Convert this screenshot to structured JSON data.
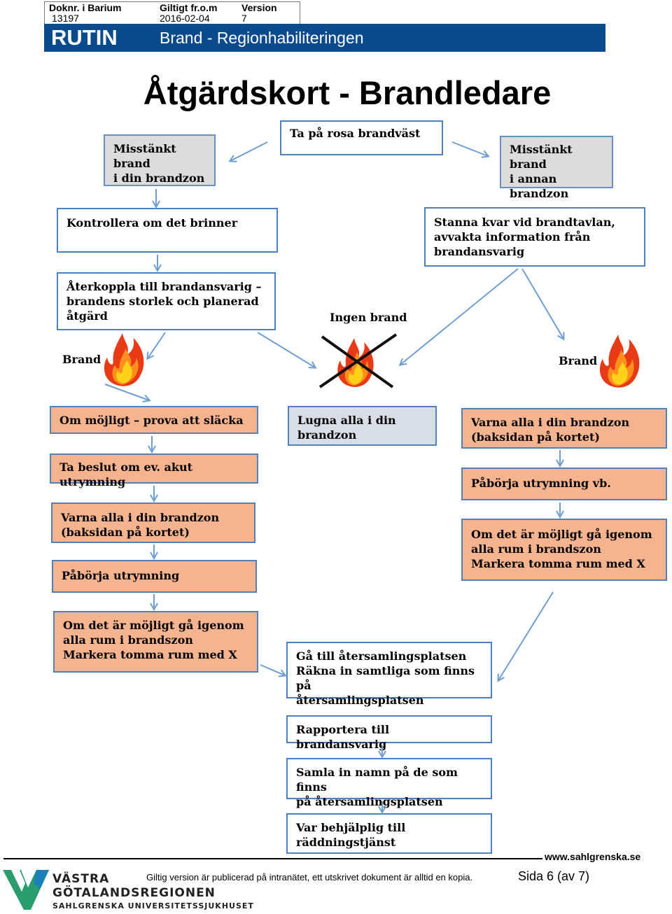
{
  "header": {
    "doc_no_label": "Doknr. i Barium",
    "doc_no_value": "13197",
    "valid_from_label": "Giltigt fr.o.m",
    "valid_from_value": "2016-02-04",
    "version_label": "Version",
    "version_value": "7",
    "type": "RUTIN",
    "title": "Brand - Regionhabiliteringen"
  },
  "page_title": "Åtgärdskort - Brandledare",
  "flow": {
    "start": "Ta på rosa brandväst",
    "left_suspect": "Misstänkt brand\ni din brandzon",
    "right_suspect": "Misstänkt brand\ni annan\nbrandzon",
    "check": "Kontrollera om det brinner",
    "stay": "Stanna kvar vid brandtavlan,\navvakta information från\nbrandansvarig",
    "report_back": "Återkoppla till brandansvarig –\nbrandens storlek och planerad\nåtgärd",
    "no_fire": "Ingen brand",
    "fire_left": "Brand",
    "fire_right": "Brand",
    "extinguish": "Om möjligt – prova att släcka",
    "calm": "Lugna alla i din\nbrandzon",
    "warn_right": "Varna alla i din brandzon\n(baksidan på kortet)",
    "decide": "Ta beslut om ev. akut utrymning",
    "start_evac_right": "Påbörja utrymning vb.",
    "warn_left": "Varna alla i din brandzon\n(baksidan på kortet)",
    "check_rooms_right": "Om det är möjligt gå igenom\nalla rum i brandszon\nMarkera tomma rum med X",
    "start_evac_left": "Påbörja utrymning",
    "check_rooms_left": "Om det är möjligt gå igenom\nalla rum i brandszon\nMarkera tomma rum med X",
    "assembly": "Gå till återsamlingsplatsen\nRäkna in samtliga som finns på\nåtersamlingsplatsen",
    "report": "Rapportera till brandansvarig",
    "collect_names": "Samla in namn på de som finns\npå återsamlingsplatsen",
    "assist": "Var behjälplig till\nräddningstjänst"
  },
  "footer": {
    "url": "www.sahlgrenska.se",
    "note": "Giltig version är publicerad på intranätet, ett utskrivet dokument är alltid en kopia.",
    "page": "Sida 6 (av 7)",
    "logo_line1": "VÄSTRA",
    "logo_line2": "GÖTALANDSREGIONEN",
    "logo_line3": "SAHLGRENSKA UNIVERSITETSSJUKHUSET"
  },
  "colors": {
    "header_blue": "#0b4b8c",
    "box_border": "#4f81bd",
    "orange_box": "#f5b38f",
    "arrow": "#6f9fd0",
    "flame_red": "#e83a14",
    "flame_yellow": "#ffd21a",
    "logo_green": "#2a9d6e"
  }
}
